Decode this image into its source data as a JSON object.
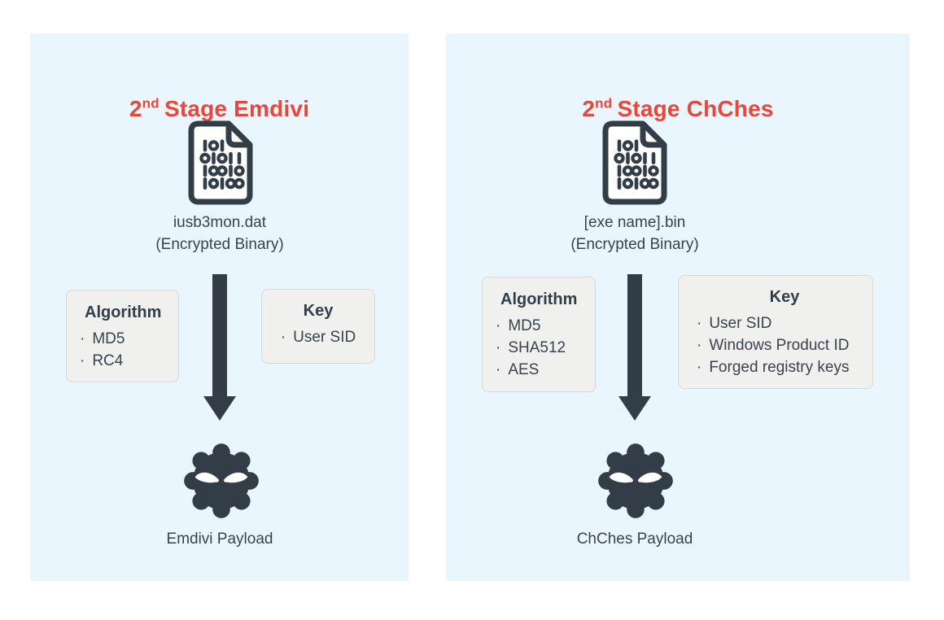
{
  "colors": {
    "page_background": "#ffffff",
    "panel_background": "#eaf6fd",
    "title_red": "#e8483c",
    "icon_dark": "#333d47",
    "box_background": "#f0f0ee",
    "box_border": "#d9d9d4",
    "text_dark": "#3a434d",
    "eye_white": "#ffffff"
  },
  "icons": {
    "file": "binary-file-icon",
    "arrow": "down-arrow-icon",
    "payload": "malware-icon"
  },
  "panels": [
    {
      "title": {
        "number": "2",
        "ordinal_suffix": "nd",
        "rest": "Stage Emdivi"
      },
      "file": {
        "name": "iusb3mon.dat",
        "caption": "(Encrypted Binary)"
      },
      "algorithm_box": {
        "title": "Algorithm",
        "items": [
          "MD5",
          "RC4"
        ]
      },
      "key_box": {
        "title": "Key",
        "items": [
          "User SID"
        ]
      },
      "payload": {
        "label": "Emdivi Payload"
      }
    },
    {
      "title": {
        "number": "2",
        "ordinal_suffix": "nd",
        "rest": "Stage ChChes"
      },
      "file": {
        "name": "[exe name].bin",
        "caption": "(Encrypted Binary)"
      },
      "algorithm_box": {
        "title": "Algorithm",
        "items": [
          "MD5",
          "SHA512",
          "AES"
        ]
      },
      "key_box": {
        "title": "Key",
        "items": [
          "User SID",
          "Windows Product ID",
          "Forged registry keys"
        ]
      },
      "payload": {
        "label": "ChChes Payload"
      }
    }
  ]
}
